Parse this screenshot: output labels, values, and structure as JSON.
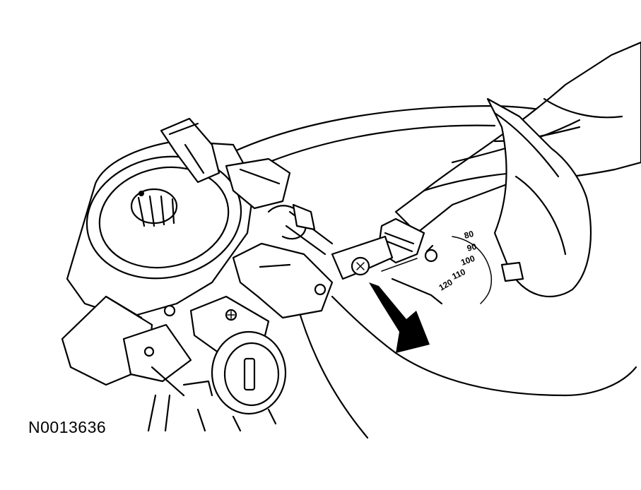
{
  "figure": {
    "id_label": "N0013636"
  },
  "speedometer": {
    "scale_labels": [
      "80",
      "90",
      "100",
      "110",
      "120"
    ]
  },
  "callout": {
    "arrow_icon": "pointer-arrow-icon"
  }
}
